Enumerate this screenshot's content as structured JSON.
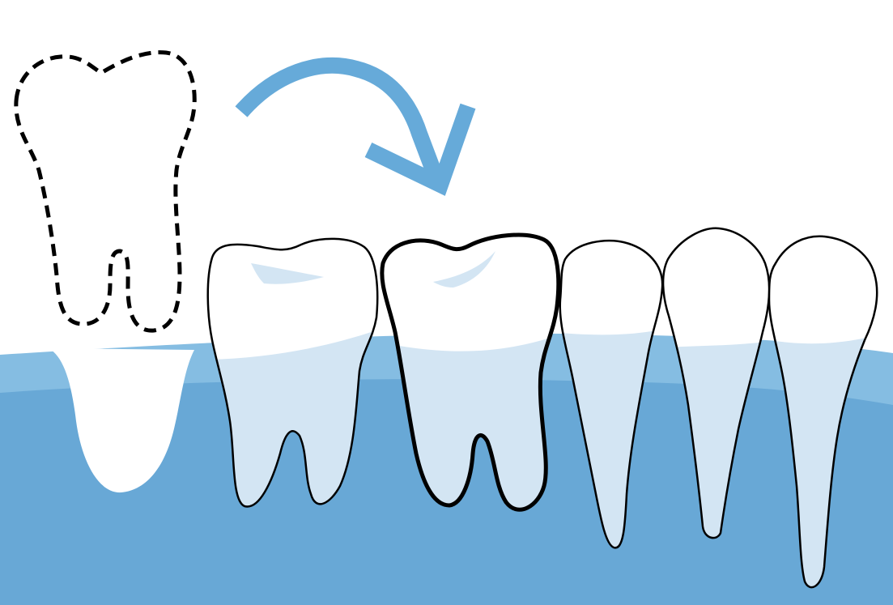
{
  "illustration": {
    "colors": {
      "background": "#ffffff",
      "gum_light": "#85bde2",
      "gum_dark": "#68a8d6",
      "root_fill": "#d3e5f3",
      "crown_fill": "#ffffff",
      "arrow": "#66aad9",
      "outline": "#000000"
    },
    "icons": {
      "arrow": "curved-arrow-icon",
      "missing_tooth": "dashed-tooth-outline-icon",
      "socket": "empty-socket-icon",
      "molar": "molar-tooth-icon",
      "premolar": "premolar-tooth-icon"
    },
    "teeth": [
      {
        "name": "missing-tooth",
        "kind": "dashed-outline"
      },
      {
        "name": "molar",
        "kind": "normal"
      },
      {
        "name": "molar",
        "kind": "highlighted"
      },
      {
        "name": "premolar",
        "kind": "normal"
      },
      {
        "name": "premolar",
        "kind": "normal"
      },
      {
        "name": "premolar",
        "kind": "normal"
      }
    ]
  }
}
